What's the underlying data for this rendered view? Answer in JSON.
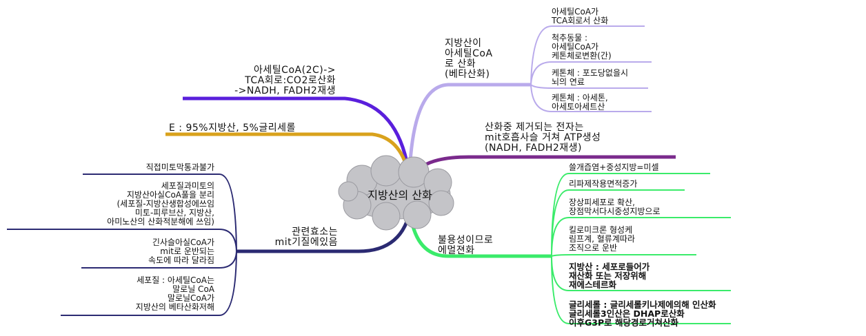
{
  "central": {
    "label": "지방산의 산화"
  },
  "colors": {
    "purple": "#5a1fdc",
    "gold": "#d9a21c",
    "navy": "#2b2a72",
    "lavender": "#b9aaeb",
    "plum": "#7a2a8c",
    "green": "#3aeb6a",
    "cloud": "#c4c4c8"
  },
  "branches": {
    "acetyl_tca": {
      "label": "아세틸CoA(2C)->\nTCA회로:CO2로산화\n->NADH, FADH2재생"
    },
    "energy": {
      "label": "E : 95%지방산, 5%글리세롤"
    },
    "enzymes": {
      "label": "관련효소는\nmit기질에있음",
      "children": [
        "직접미토막통과불가",
        "세포질과미토의\n지방산아실CoA풀을 분리\n(세포질-지방산생합성에쓰임\n미토-피루브산, 지방산,\n아미노산의 산화적분해에 쓰임)",
        "긴사슬아실CoA가\nmit로 운반되는\n속도에 따라 달라짐",
        "세포질 : 아세틸CoA는\n말로닐 CoA\n말로닐CoA가\n지방산의 베타산화저해"
      ]
    },
    "beta_oxidation": {
      "label": "지방산이\n아세틸CoA\n로 산화\n(베타산화)",
      "children": [
        "아세틸CoA가\nTCA회로서 산화",
        "척추동물 :\n아세틸CoA가\n케톤체로변환(간)",
        "케톤체 : 포도당없을시\n뇌의 연료",
        "케톤체 : 아세톤,\n아세토아세트산"
      ]
    },
    "electrons": {
      "label": "산화중 제거되는 전자는\nmit호흡사슬 거쳐 ATP생성\n(NADH, FADH2재생)"
    },
    "insoluble": {
      "label": "불용성이므로\n에멀젼화",
      "children": [
        "쓸개즙염+중성지방=미셀",
        "리파제작용면적증가",
        "장상피세포로 확산,\n장점막서다시중성지방으로",
        "킬로미크론 형성케\n림프계, 혈류계따라\n조직으로 운반",
        "지방산 : 세포로들어가\n재산화 또는 저장위해\n재에스테르화",
        "글리세롤 : 글리세롤키나제에의해 인산화\n글리세롤3인산은 DHAP로산화\n이후G3P로 해당경로거쳐산화"
      ]
    }
  }
}
